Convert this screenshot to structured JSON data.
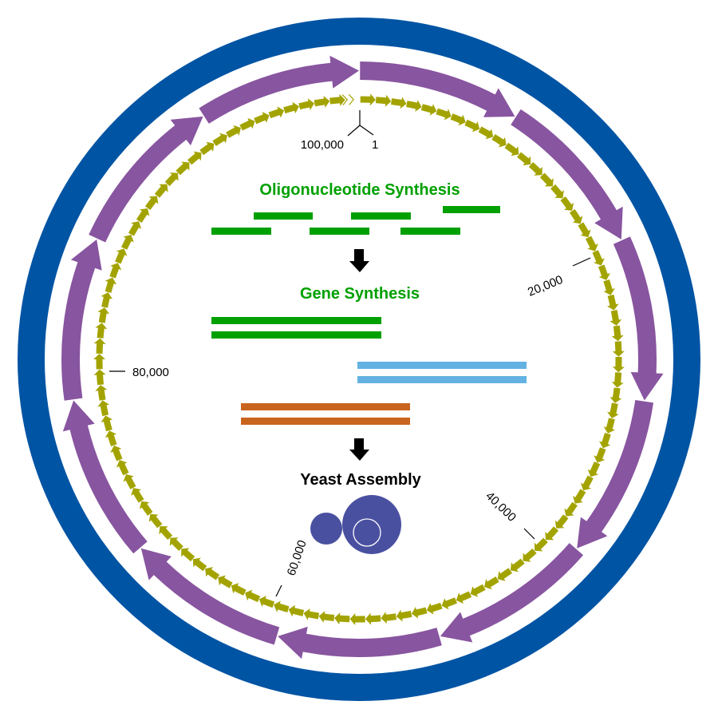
{
  "colors": {
    "genome_ring": "#0054A4",
    "segment_arrows": "#8855A0",
    "fragment_arrows": "#A3A300",
    "oligo_green": "#00A000",
    "gene_blue": "#64B2E2",
    "gene_orange": "#C8641E",
    "yeast": "#4A50A0",
    "process_arrow": "#000000"
  },
  "genome": {
    "origin_labels": {
      "end": "100,000",
      "start": "1"
    },
    "position_ticks": [
      {
        "label": "20,000",
        "angle_deg": 66
      },
      {
        "label": "40,000",
        "angle_deg": 136
      },
      {
        "label": "60,000",
        "angle_deg": 199
      },
      {
        "label": "80,000",
        "angle_deg": 267
      }
    ],
    "segment_arrow_count": 11,
    "segment_direction": "clockwise",
    "fragment_arrow_count": 104,
    "fragment_direction": "clockwise"
  },
  "workflow": {
    "steps": [
      {
        "title": "Oligonucleotide Synthesis"
      },
      {
        "title": "Gene Synthesis"
      },
      {
        "title": "Yeast Assembly"
      }
    ],
    "oligos_count": 6,
    "gene_duplexes": [
      "green",
      "blue",
      "orange"
    ]
  }
}
